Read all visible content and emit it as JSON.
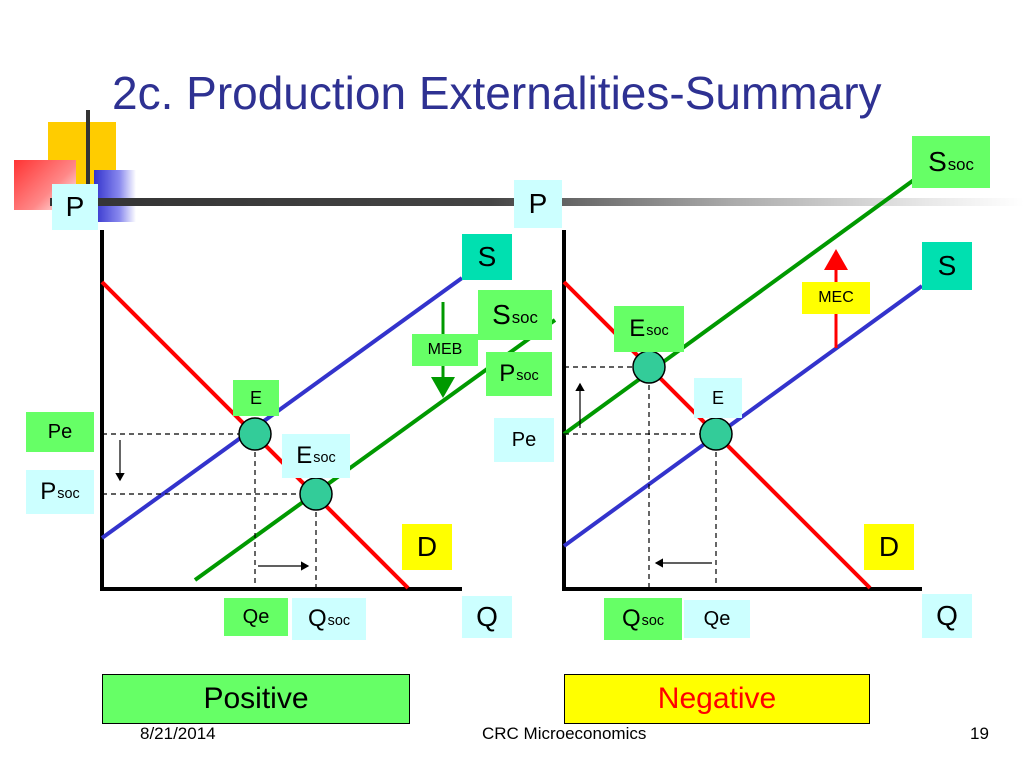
{
  "slide": {
    "title": "2c. Production Externalities-Summary",
    "footer_date": "8/21/2014",
    "footer_center": "CRC Microeconomics",
    "page_number": "19"
  },
  "colors": {
    "title": "#2e3192",
    "demand": "#ff0000",
    "supply": "#3333cc",
    "social_supply": "#009900",
    "arrow_mec": "#ff0000",
    "arrow_meb": "#009900",
    "label_green": "#66ff66",
    "label_cyan": "#ccffff",
    "label_teal": "#00e0b0",
    "label_yellow": "#ffff00"
  },
  "left_graph": {
    "axis_y": "P",
    "axis_x": "Q",
    "supply_label": "S",
    "social_supply_label": "S",
    "social_supply_sub": "soc",
    "demand_label": "D",
    "meb_label": "MEB",
    "eq_label": "E",
    "eq_soc_label": "E",
    "eq_soc_sub": "soc",
    "price_e_label": "Pe",
    "price_soc_label": "P",
    "price_soc_sub": "soc",
    "q_e_label": "Qe",
    "q_soc_label": "Q",
    "q_soc_sub": "soc",
    "panel_label": "Positive"
  },
  "right_graph": {
    "axis_y": "P",
    "axis_x": "Q",
    "supply_label": "S",
    "social_supply_label": "S",
    "social_supply_sub": "soc",
    "demand_label": "D",
    "mec_label": "MEC",
    "eq_label": "E",
    "eq_soc_label": "E",
    "eq_soc_sub": "soc",
    "price_e_label": "Pe",
    "price_soc_label": "P",
    "price_soc_sub": "soc",
    "q_e_label": "Qe",
    "q_soc_label": "Q",
    "q_soc_sub": "soc",
    "panel_label": "Negative"
  }
}
